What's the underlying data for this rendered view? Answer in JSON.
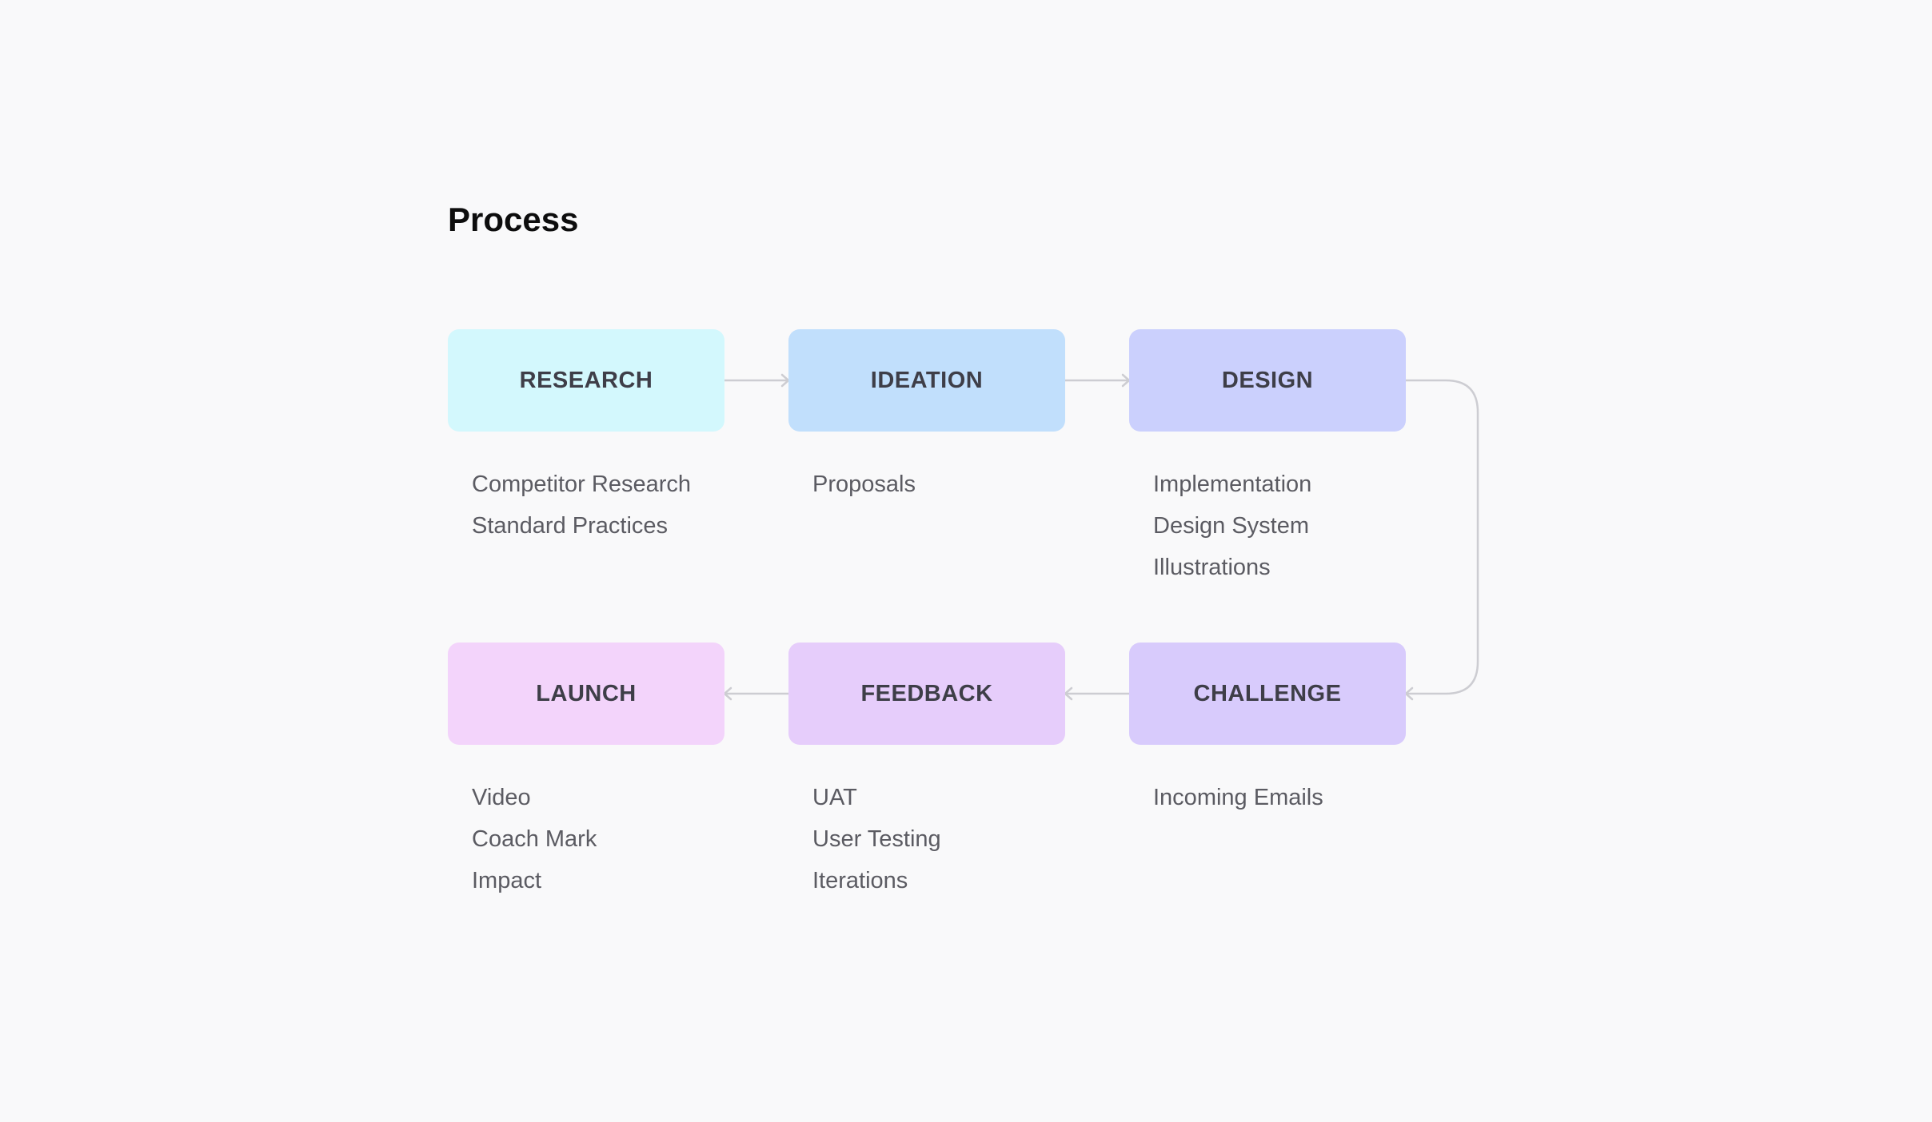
{
  "title": "Process",
  "colors": {
    "research": "#d3f8fd",
    "ideation": "#c1dffc",
    "design": "#cbd0fd",
    "challenge": "#d8cbfc",
    "feedback": "#e6cdfb",
    "launch": "#f3d4fb",
    "connector": "#cdcdd2"
  },
  "stages": [
    {
      "label": "RESEARCH",
      "items": [
        "Competitor Research",
        "Standard Practices"
      ]
    },
    {
      "label": "IDEATION",
      "items": [
        "Proposals"
      ]
    },
    {
      "label": "DESIGN",
      "items": [
        "Implementation",
        "Design System",
        "Illustrations"
      ]
    },
    {
      "label": "CHALLENGE",
      "items": [
        "Incoming Emails"
      ]
    },
    {
      "label": "FEEDBACK",
      "items": [
        "UAT",
        "User Testing",
        "Iterations"
      ]
    },
    {
      "label": "LAUNCH",
      "items": [
        "Video",
        "Coach Mark",
        "Impact"
      ]
    }
  ]
}
